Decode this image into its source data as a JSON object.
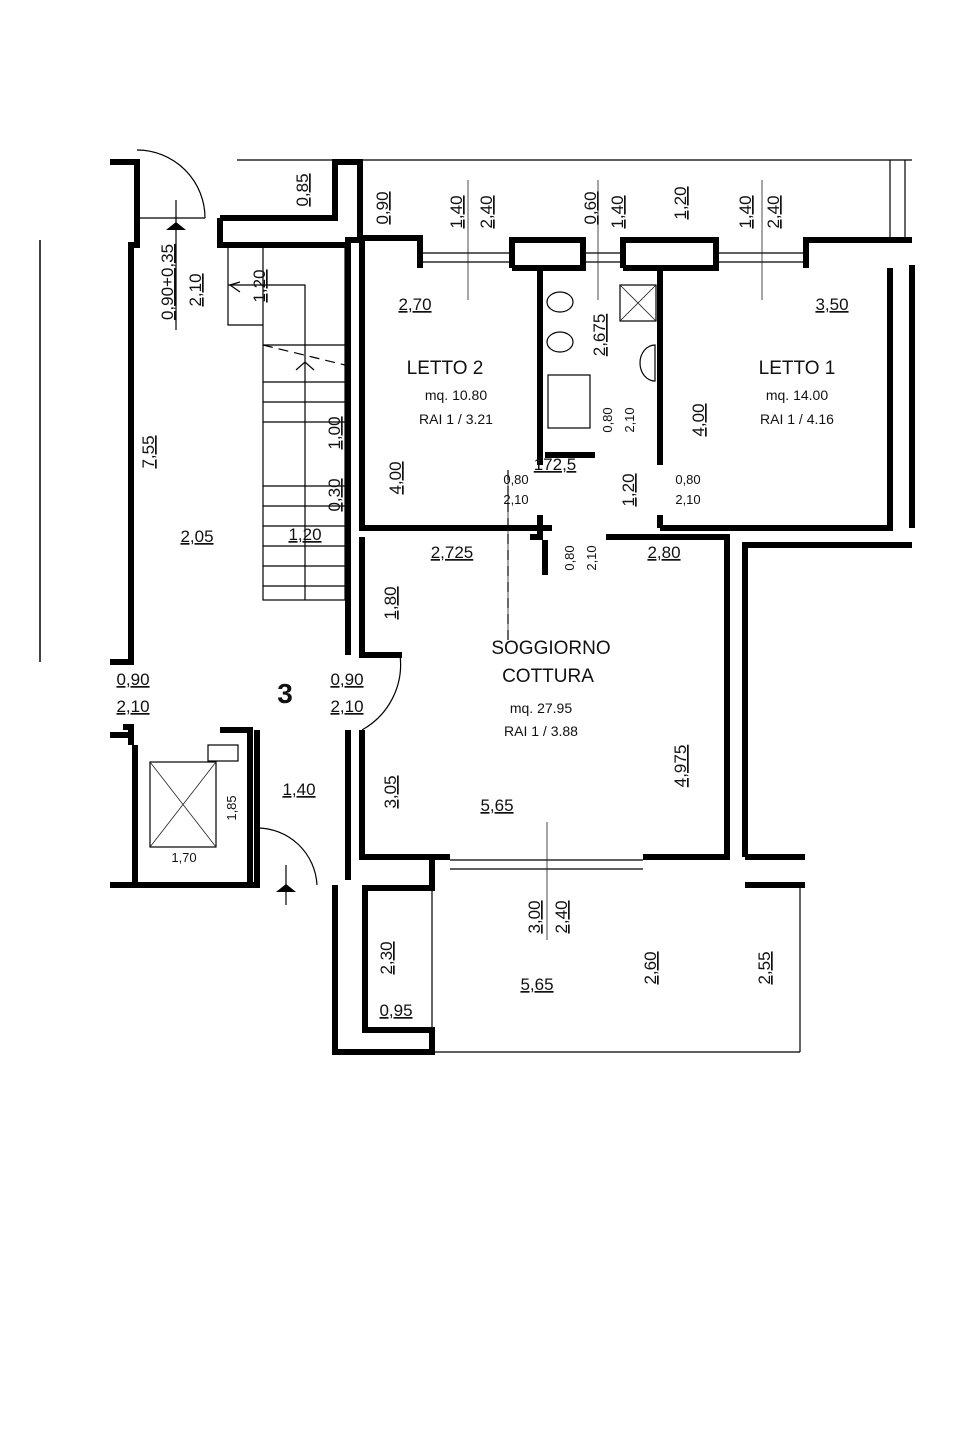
{
  "rooms": {
    "letto2": {
      "name": "LETTO 2",
      "area": "mq. 10.80",
      "rai": "RAI 1 / 3.21"
    },
    "letto1": {
      "name": "LETTO 1",
      "area": "mq. 14.00",
      "rai": "RAI 1 / 4.16"
    },
    "soggiorno": {
      "name1": "SOGGIORNO",
      "name2": "COTTURA",
      "area": "mq. 27.95",
      "rai": "RAI 1 / 3.88"
    }
  },
  "unit_number": "3",
  "dimensions": {
    "horizontal": [
      "2,70",
      "3,50",
      "172,5",
      "2,05",
      "1,20",
      "2,725",
      "2,80",
      "1,40",
      "5,65",
      "1,70",
      "5,65",
      "0,95"
    ],
    "vertical": [
      "0,85",
      "0,90",
      "1,40",
      "2,40",
      "0,60",
      "1,40",
      "1,20",
      "1,40",
      "2,40",
      "0,90+0,35",
      "2,10",
      "1,20",
      "2,675",
      "4,00",
      "4,00",
      "1,00",
      "0,30",
      "7,55",
      "1,20",
      "1,80",
      "3,05",
      "4,975",
      "1,85",
      "3,00",
      "2,40",
      "2,30",
      "2,60",
      "2,55"
    ],
    "doors": [
      {
        "w": "0,80",
        "h": "2,10"
      },
      {
        "w": "0,80",
        "h": "2,10"
      },
      {
        "w": "0,90",
        "h": "2,10"
      },
      {
        "w": "0,90",
        "h": "2,10"
      },
      {
        "w": "0,80",
        "h": "2,10"
      },
      {
        "w": "0,80",
        "h": "2,10"
      }
    ]
  }
}
